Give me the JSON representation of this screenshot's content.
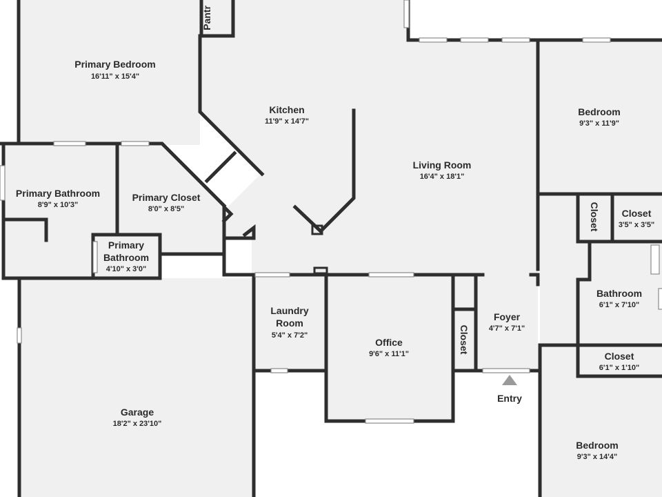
{
  "plan": {
    "entry_label": "Entry",
    "rooms": [
      {
        "id": "primary-bedroom",
        "name": [
          "Primary Bedroom"
        ],
        "dim": "16'11\" x 15'4\""
      },
      {
        "id": "kitchen",
        "name": [
          "Kitchen"
        ],
        "dim": "11'9\" x 14'7\""
      },
      {
        "id": "living-room",
        "name": [
          "Living Room"
        ],
        "dim": "16'4\" x 18'1\""
      },
      {
        "id": "bedroom-1",
        "name": [
          "Bedroom"
        ],
        "dim": "9'3\" x 11'9\""
      },
      {
        "id": "primary-bathroom",
        "name": [
          "Primary Bathroom"
        ],
        "dim": "8'9\" x 10'3\""
      },
      {
        "id": "primary-closet",
        "name": [
          "Primary Closet"
        ],
        "dim": "8'0\" x 8'5\""
      },
      {
        "id": "primary-bathroom-small",
        "name": [
          "Primary",
          "Bathroom"
        ],
        "dim": "4'10\" x 3'0\""
      },
      {
        "id": "closet-small-vertical",
        "name": [
          "Closet"
        ],
        "dim": ""
      },
      {
        "id": "closet-1",
        "name": [
          "Closet"
        ],
        "dim": "3'5\" x 3'5\""
      },
      {
        "id": "bathroom",
        "name": [
          "Bathroom"
        ],
        "dim": "6'1\" x 7'10\""
      },
      {
        "id": "closet-2",
        "name": [
          "Closet"
        ],
        "dim": "6'1\" x 1'10\""
      },
      {
        "id": "laundry-room",
        "name": [
          "Laundry",
          "Room"
        ],
        "dim": "5'4\" x 7'2\""
      },
      {
        "id": "office",
        "name": [
          "Office"
        ],
        "dim": "9'6\" x 11'1\""
      },
      {
        "id": "closet-office",
        "name": [
          "Closet"
        ],
        "dim": ""
      },
      {
        "id": "foyer",
        "name": [
          "Foyer"
        ],
        "dim": "4'7\" x 7'1\""
      },
      {
        "id": "garage",
        "name": [
          "Garage"
        ],
        "dim": "18'2\" x 23'10\""
      },
      {
        "id": "bedroom-2",
        "name": [
          "Bedroom"
        ],
        "dim": "9'3\" x 14'4\""
      },
      {
        "id": "pantry",
        "name": [
          "Pantr"
        ],
        "dim": ""
      }
    ]
  }
}
